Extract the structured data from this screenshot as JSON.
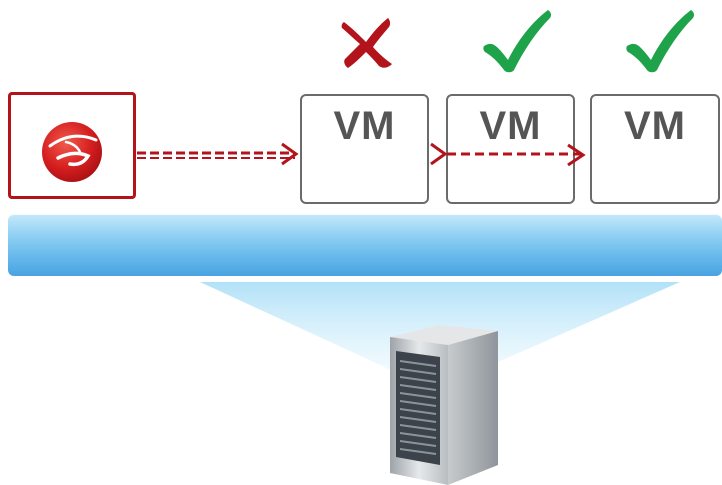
{
  "security_agent": {
    "logo_icon": "trend-micro-logo-icon",
    "color": "#b3131b"
  },
  "vms": [
    {
      "label": "VM",
      "status_icon": "cross-icon",
      "status_color": "#b3131b"
    },
    {
      "label": "VM",
      "status_icon": "checkmark-icon",
      "status_color": "#1ea34a"
    },
    {
      "label": "VM",
      "status_icon": "checkmark-icon",
      "status_color": "#1ea34a"
    }
  ],
  "hypervisor": {
    "color": "#5fb4ea"
  },
  "host": {
    "icon": "server-tower-icon"
  }
}
